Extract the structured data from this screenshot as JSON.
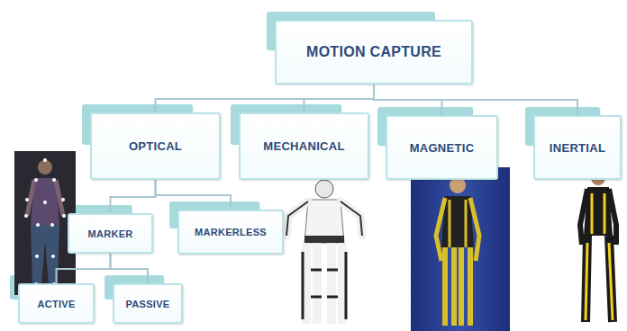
{
  "diagram": {
    "nodes": [
      {
        "text": [
          "MOTION CAPTURE"
        ]
      },
      {
        "text": [
          "OPTICAL"
        ]
      },
      {
        "text": [
          "MECHANICAL"
        ]
      },
      {
        "text": [
          "MAGNETIC"
        ]
      },
      {
        "text": [
          "INERTIAL"
        ]
      },
      {
        "text": [
          "MARKER"
        ]
      },
      {
        "text": [
          "MARKERLESS"
        ]
      },
      {
        "text": [
          "ACTIVE"
        ]
      },
      {
        "text": [
          "PASSIVE"
        ]
      }
    ],
    "edges": [
      {
        "from": 0,
        "to": 1,
        "arrow": "none"
      },
      {
        "from": 0,
        "to": 2,
        "arrow": "none"
      },
      {
        "from": 0,
        "to": 3,
        "arrow": "none"
      },
      {
        "from": 0,
        "to": 4,
        "arrow": "none"
      },
      {
        "from": 1,
        "to": 5,
        "arrow": "none"
      },
      {
        "from": 1,
        "to": 6,
        "arrow": "none"
      },
      {
        "from": 5,
        "to": 7,
        "arrow": "none"
      },
      {
        "from": 5,
        "to": 8,
        "arrow": "none"
      }
    ]
  }
}
